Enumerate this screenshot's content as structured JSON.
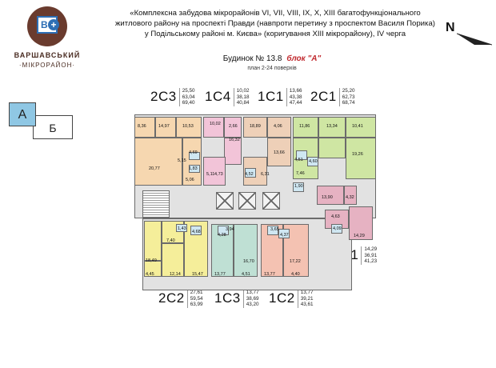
{
  "logo": {
    "glyph_b": "В",
    "glyph_plus": "+",
    "name": "ВАРШАВСЬКИЙ",
    "subtitle": "·МІКРОРАЙОН·"
  },
  "header": {
    "line1": "«Комплексна забудова мікрорайонів VI, VII, VIII, IX, X, XIII багатофункціонального",
    "line2": "житлового району на проспекті Правди (навпроти перетину з проспектом Василя Порика)",
    "line3": "у Подільському районі м. Києва» (коригування XIII мікрорайону), IV черга",
    "building": "Будинок № 13.8",
    "block": "блок \"А\"",
    "floors": "план 2-24 поверхів"
  },
  "compass": {
    "label": "N"
  },
  "sections": {
    "a": "А",
    "b": "Б"
  },
  "apartments": [
    {
      "code": "2С3",
      "areas": [
        "25,50",
        "63,04",
        "69,40"
      ]
    },
    {
      "code": "1С4",
      "areas": [
        "10,02",
        "38,18",
        "40,84"
      ]
    },
    {
      "code": "1С1",
      "areas": [
        "13,66",
        "43,38",
        "47,44"
      ]
    },
    {
      "code": "2С1",
      "areas": [
        "25,20",
        "62,73",
        "68,74"
      ]
    },
    {
      "code": "1К1",
      "areas": [
        "14,29",
        "36,91",
        "41,23"
      ]
    },
    {
      "code": "2С2",
      "areas": [
        "27,61",
        "59,54",
        "63,99"
      ]
    },
    {
      "code": "1С3",
      "areas": [
        "13,77",
        "38,69",
        "43,20"
      ]
    },
    {
      "code": "1С2",
      "areas": [
        "13,77",
        "39,21",
        "43,61"
      ]
    }
  ],
  "room_labels": [
    "8,36",
    "14,97",
    "10,53",
    "10,02",
    "2,66",
    "16,32",
    "18,89",
    "4,06",
    "13,66",
    "11,86",
    "13,34",
    "10,41",
    "4,69",
    "5,15",
    "1,83",
    "20,77",
    "5,06",
    "5,11",
    "4,73",
    "4,52",
    "6,31",
    "4,51",
    "4,60",
    "7,46",
    "19,26",
    "1,90",
    "13,90",
    "4,32",
    "4,63",
    "4,09",
    "14,29",
    "1,43",
    "4,68",
    "7,40",
    "3,94",
    "4,28",
    "3,65",
    "4,37",
    "18,49",
    "12,14",
    "15,47",
    "4,45",
    "16,70",
    "13,77",
    "4,51",
    "17,22",
    "13,77",
    "4,40"
  ],
  "colors": {
    "logo_brown": "#6a3b2e",
    "logo_blue": "#2e6fb5",
    "block_red": "#c0282d",
    "section_a": "#8fc7e4",
    "apt_2c3": "#f6d7b0",
    "apt_1c4": "#f2c4d8",
    "apt_1c1": "#eed0b8",
    "apt_2c1": "#cfe6a3",
    "apt_1k1": "#e6b2c2",
    "apt_2c2": "#f5ee9a",
    "apt_1c3": "#bfe0d4",
    "apt_1c2": "#f4c2b2",
    "common": "#e2e2e2",
    "wet": "#cfe7f2",
    "wall": "#6b6b6b"
  }
}
